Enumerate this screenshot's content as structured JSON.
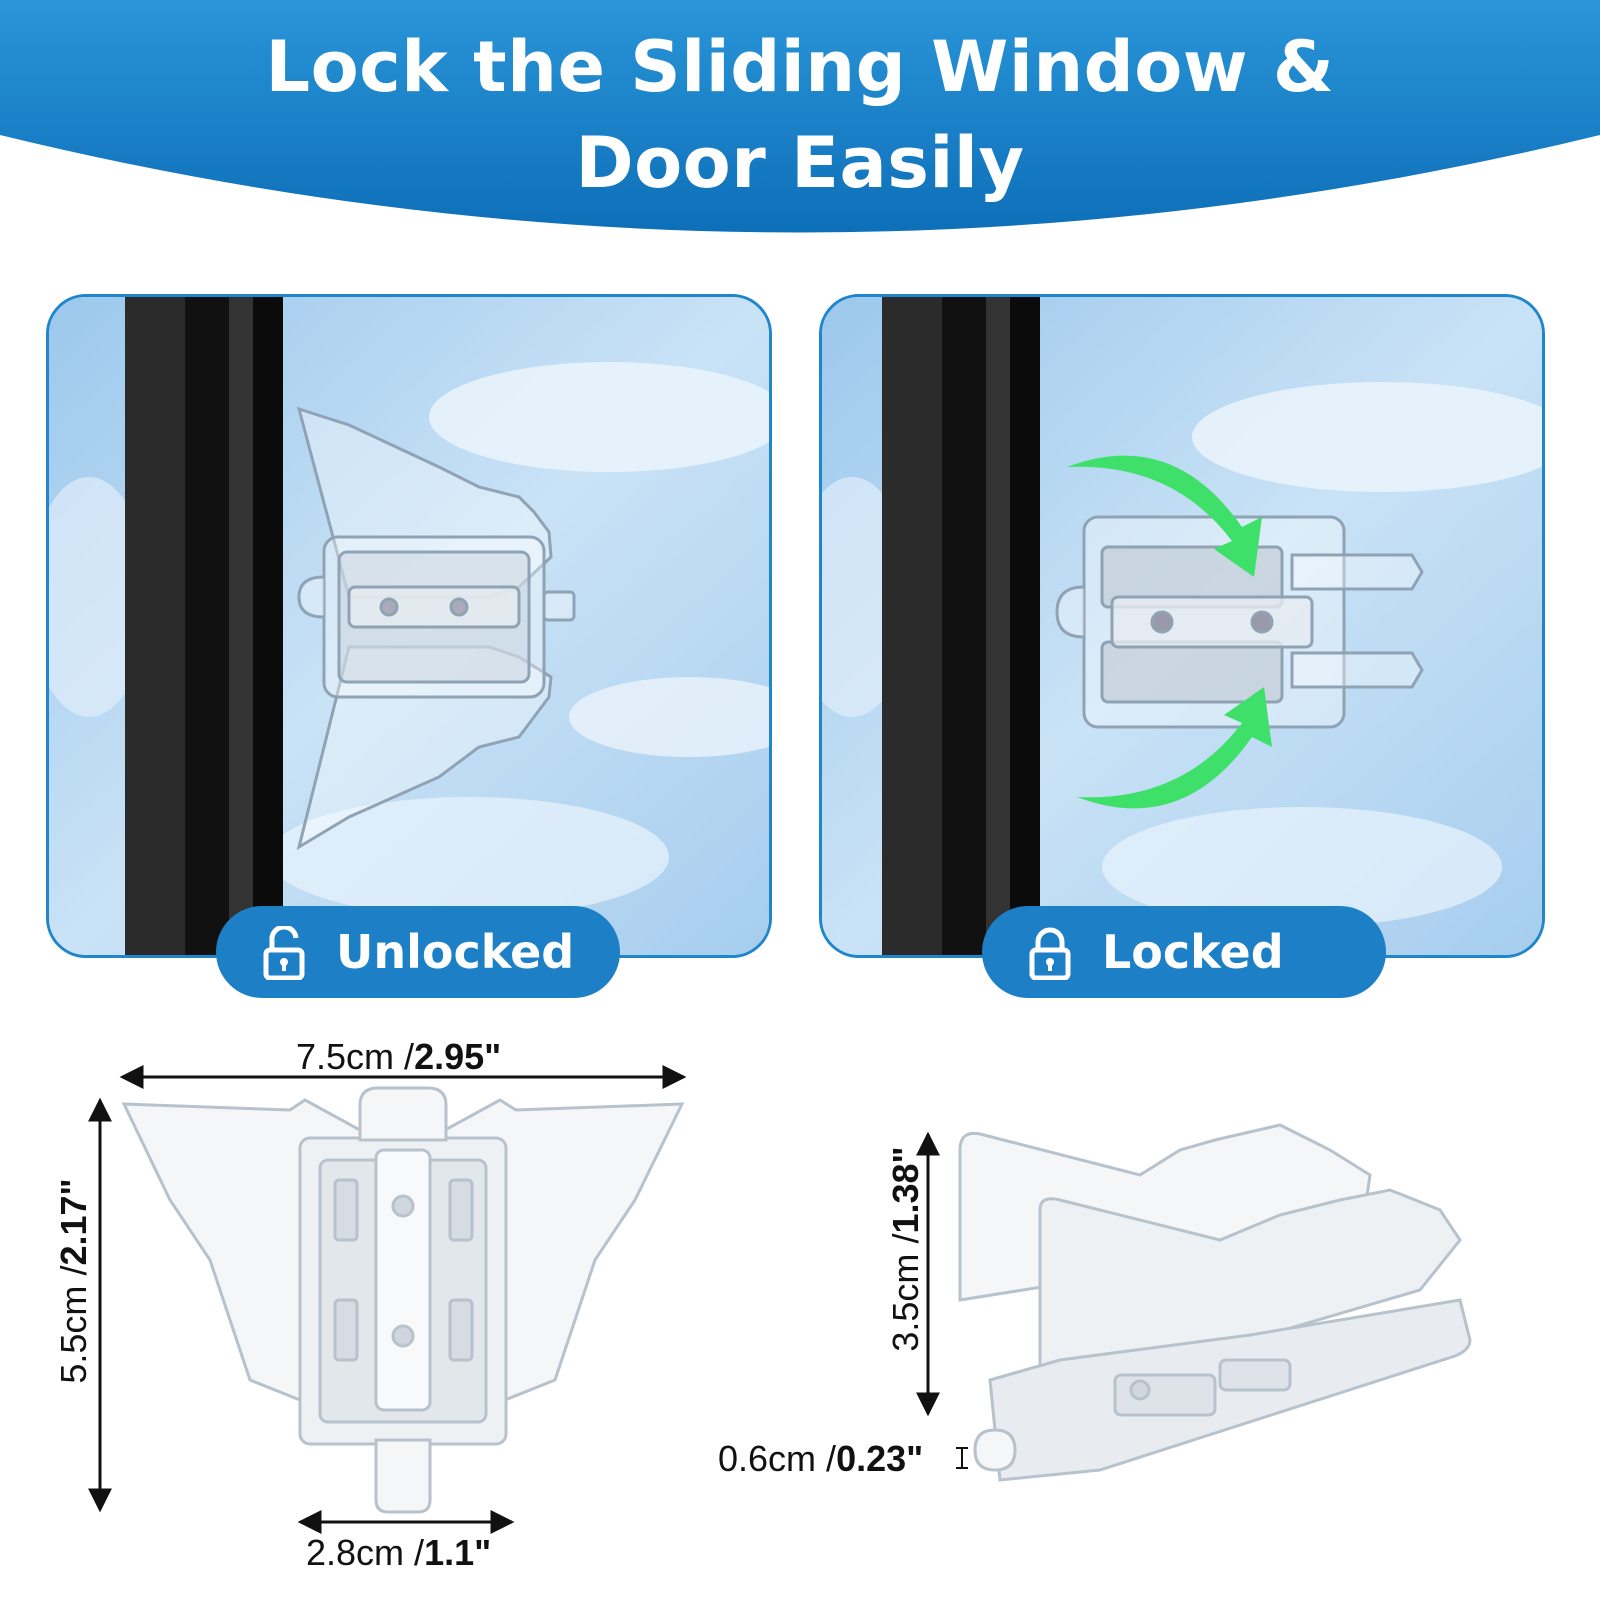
{
  "headline": {
    "line1": "Lock the Sliding Window &",
    "line2": "Door Easily"
  },
  "states": {
    "unlocked": {
      "label": "Unlocked",
      "icon": "unlocked-padlock-icon"
    },
    "locked": {
      "label": "Locked",
      "icon": "locked-padlock-icon"
    }
  },
  "dimensions": {
    "width": {
      "metric": "7.5cm",
      "sep": " /",
      "imperial": "2.95\""
    },
    "height": {
      "metric": "5.5cm",
      "sep": " /",
      "imperial": "2.17\""
    },
    "tab_width": {
      "metric": "2.8cm",
      "sep": " /",
      "imperial": "1.1\""
    },
    "depth": {
      "metric": "3.5cm",
      "sep": " /",
      "imperial": "1.38\""
    },
    "thickness": {
      "metric": "0.6cm",
      "sep": " /",
      "imperial": "0.23\""
    }
  },
  "colors": {
    "brand_blue": "#1d7fc6",
    "arrow_green": "#3ee06a",
    "frame_black": "#1a1a1a"
  }
}
